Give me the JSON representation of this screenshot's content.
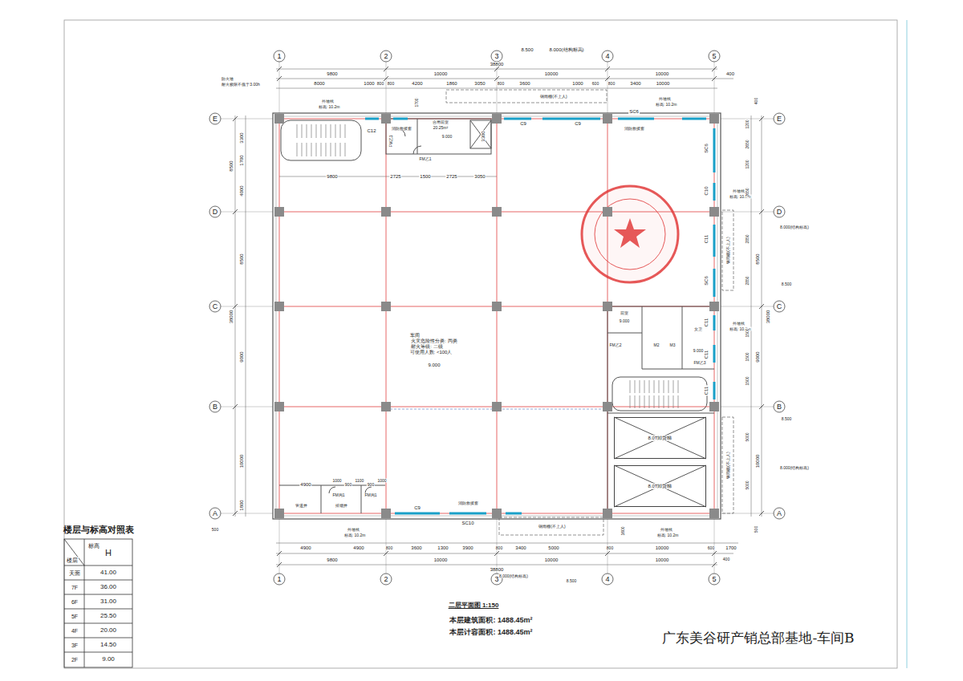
{
  "diagram": {
    "title": "广东美谷研产销总部基地-车间B",
    "caption": "二层平面图 1:150",
    "nodes": [
      {
        "text": [
          "楼层与标高对照表"
        ]
      },
      {
        "text": [
          "8.0T卸货梯"
        ]
      },
      {
        "text": [
          "8.0T卸货梯"
        ]
      }
    ],
    "labels": [
      "1",
      "2",
      "3",
      "4",
      "5",
      "1",
      "2",
      "3",
      "4",
      "5",
      "E",
      "D",
      "C",
      "B",
      "A",
      "E",
      "D",
      "C",
      "B",
      "A",
      "38800",
      "8.500",
      "8.000(结构标高)",
      "9800",
      "10000",
      "10000",
      "10000",
      "400",
      "8000",
      "1000",
      "800",
      "800",
      "4200",
      "1860",
      "3050",
      "800",
      "3600",
      "1000",
      "600",
      "800",
      "3400",
      "10000",
      "防火墙",
      "耐火极限不低于3.00h",
      "外墙线",
      "标高: 10.2m",
      "外墙线",
      "标高: 10.2m",
      "外墙线",
      "标高: 10.2m",
      "外墙线",
      "标高: 10.2m",
      "外墙线",
      "标高: 10.2m",
      "外墙线",
      "标高: 10.2m",
      "9800",
      "2725",
      "1500",
      "2725",
      "3050",
      "1700",
      "3300",
      "3300",
      "1700",
      "8500",
      "4000",
      "8500",
      "9000",
      "10000",
      "1800",
      "38000",
      "500",
      "1200",
      "2650",
      "1200",
      "2650",
      "2850",
      "8500",
      "2850",
      "1500",
      "1500",
      "1500",
      "9000",
      "5000",
      "5000",
      "10000",
      "38000",
      "400",
      "C12",
      "FM乙1",
      "合用前室",
      "20.25m²",
      "9.000",
      "FM乙1",
      "C9",
      "C9",
      "SC6",
      "消防救援窗",
      "消防救援窗",
      "钢雨棚(不上人)",
      "SC6",
      "C10",
      "C11",
      "SC6",
      "C11",
      "C11",
      "C11",
      "钢雨棚(不上人)",
      "钢雨棚(不上人)",
      "车间",
      "火灾危险性分类: 丙类",
      "耐火等级: 二级",
      "可使用人数: <100人",
      "9.000",
      "前室",
      "9.000",
      "FM乙2",
      "M2",
      "M3",
      "女卫",
      "9.000",
      "FM乙3",
      "8.000(结构标高)",
      "8.500",
      "8.500",
      "8.000(结构标高)",
      "4900",
      "1000",
      "900",
      "1100",
      "900",
      "1000",
      "FM丙1",
      "FM丙1",
      "管道井",
      "排烟井",
      "C9",
      "消防救援窗",
      "SC10",
      "钢雨棚(不上人)",
      "4900",
      "4900",
      "800",
      "3600",
      "1300",
      "3900",
      "800",
      "3400",
      "5000",
      "800",
      "10000",
      "600",
      "1700",
      "9800",
      "10000",
      "10000",
      "10000",
      "400",
      "38800",
      "8.000(结构标高)",
      "8.500",
      "1600",
      "500",
      "标高",
      "楼层",
      "H",
      "天面",
      "41.00",
      "7F",
      "36.00",
      "6F",
      "31.00",
      "5F",
      "25.50",
      "4F",
      "20.00",
      "3F",
      "14.50",
      "2F",
      "9.00",
      "本层建筑面积: 1488.45m²",
      "本层计容面积: 1488.45m²"
    ]
  }
}
